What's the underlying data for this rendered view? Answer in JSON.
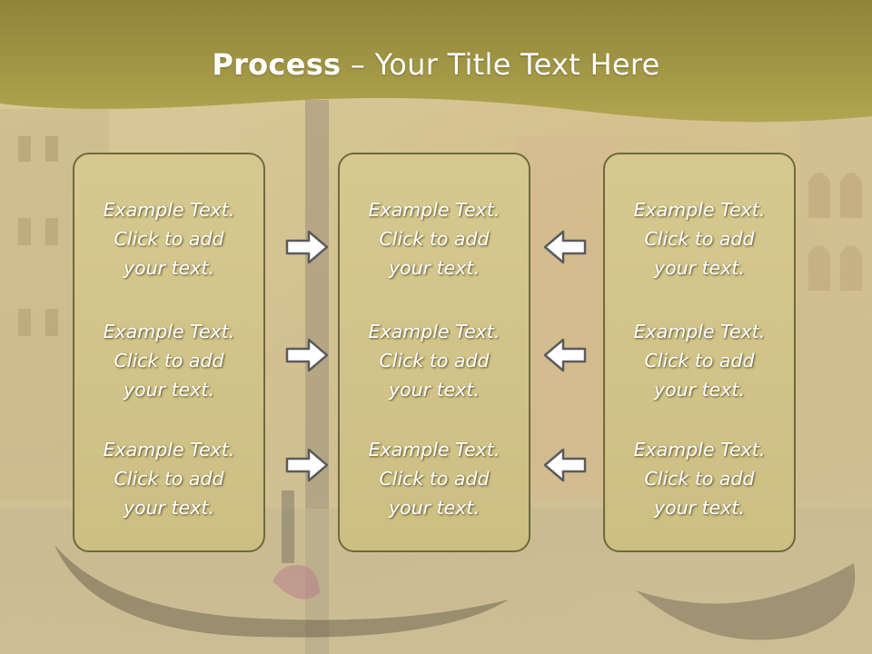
{
  "slide": {
    "title_bold": "Process",
    "title_rest": " – Your Title Text Here",
    "columns": [
      {
        "items": [
          [
            "Example Text.",
            "Click  to add",
            "your text."
          ],
          [
            "Example Text.",
            "Click  to add",
            "your text."
          ],
          [
            "Example Text.",
            "Click  to add",
            "your text."
          ]
        ]
      },
      {
        "items": [
          [
            "Example Text.",
            "Click  to add",
            "your text."
          ],
          [
            "Example Text.",
            "Click  to add",
            "your text."
          ],
          [
            "Example Text.",
            "Click  to add",
            "your text."
          ]
        ]
      },
      {
        "items": [
          [
            "Example Text.",
            "Click  to add",
            "your text."
          ],
          [
            "Example Text.",
            "Click  to add",
            "your text."
          ],
          [
            "Example Text.",
            "Click  to add",
            "your text."
          ]
        ]
      }
    ],
    "arrows_left": [
      "arrow-right-icon",
      "arrow-right-icon",
      "arrow-right-icon"
    ],
    "arrows_right": [
      "arrow-left-icon",
      "arrow-left-icon",
      "arrow-left-icon"
    ],
    "colors": {
      "header_band": "#a59a45",
      "box_fill": "#d2c48a",
      "box_border": "#6f6a3e",
      "text": "#ffffff"
    }
  }
}
